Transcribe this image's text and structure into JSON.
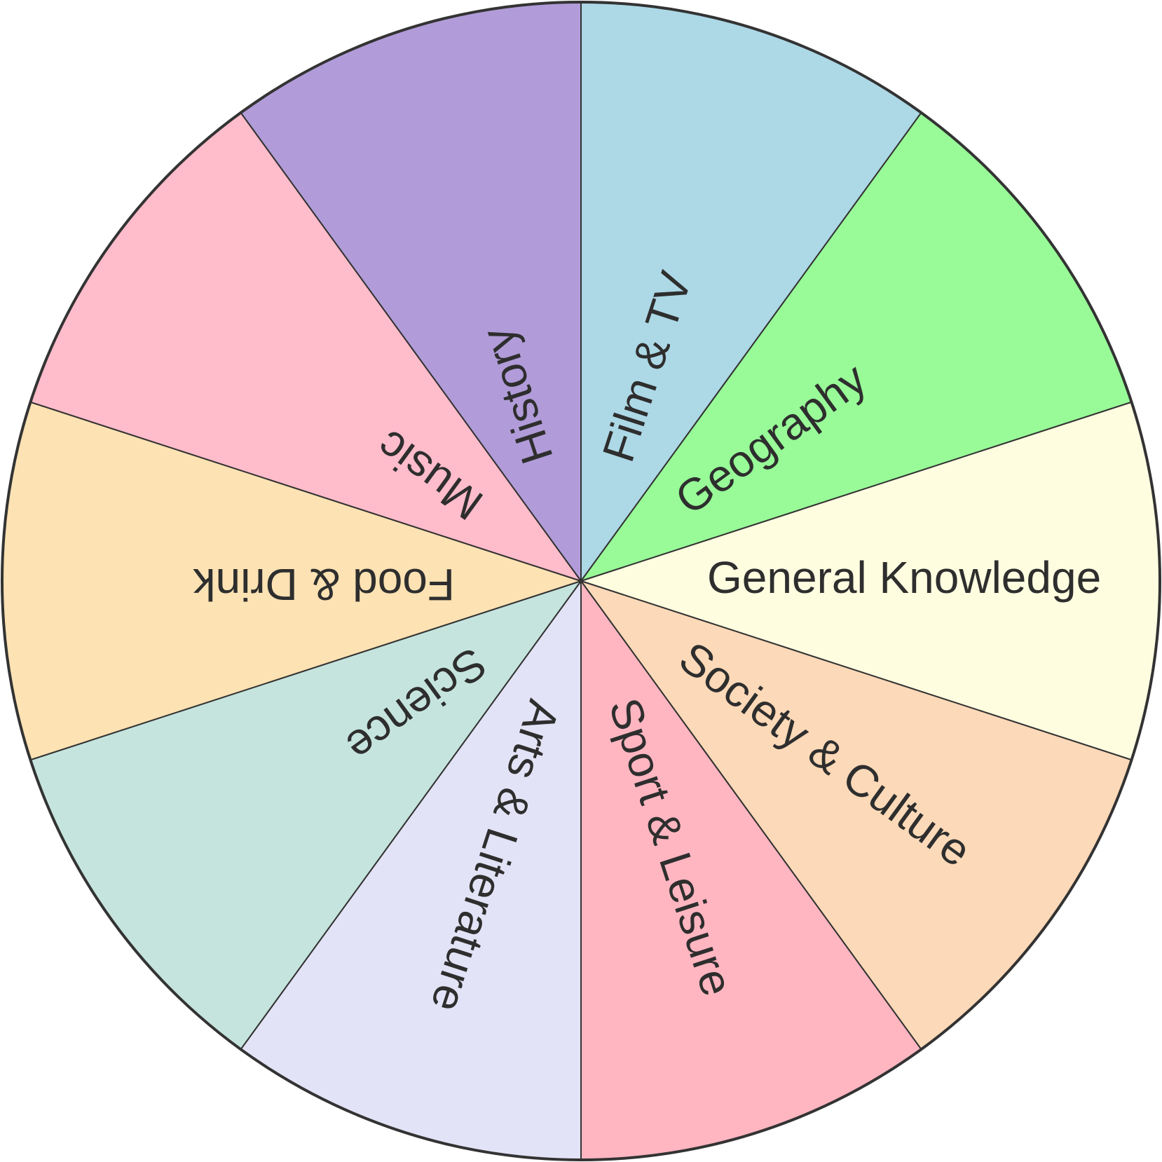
{
  "wheel": {
    "segments": [
      {
        "label": "Film & TV",
        "color": "#add8e6"
      },
      {
        "label": "Geography",
        "color": "#98fb98"
      },
      {
        "label": "General Knowledge",
        "color": "#fffde0"
      },
      {
        "label": "Society & Culture",
        "color": "#fcd9b8"
      },
      {
        "label": "Sport & Leisure",
        "color": "#ffb6c1"
      },
      {
        "label": "Arts & Literature",
        "color": "#e3e3f7"
      },
      {
        "label": "Science",
        "color": "#c5e4dd"
      },
      {
        "label": "Food & Drink",
        "color": "#fde2b3"
      },
      {
        "label": "Music",
        "color": "#ffbccb"
      },
      {
        "label": "History",
        "color": "#b19cd9"
      }
    ]
  }
}
